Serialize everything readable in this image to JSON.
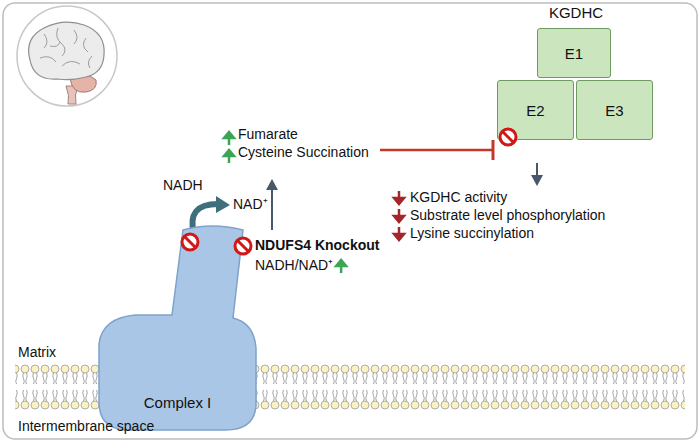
{
  "diagram": {
    "nodes": [
      {
        "text": [
          "Complex I"
        ]
      },
      {
        "text": [
          "KGDHC"
        ]
      },
      {
        "text": [
          "E1"
        ],
        "in": 1
      },
      {
        "text": [
          "E2"
        ],
        "in": 1
      },
      {
        "text": [
          "E3"
        ],
        "in": 1
      }
    ],
    "labels": [
      "NADH",
      "NAD⁺",
      "NDUFS4 Knockout",
      "NADH/NAD⁺",
      "Fumarate",
      "Cysteine Succination",
      "KGDHC activity",
      "Substrate level phosphorylation",
      "Lysine succinylation",
      "Matrix",
      "Intermembrane space"
    ]
  }
}
